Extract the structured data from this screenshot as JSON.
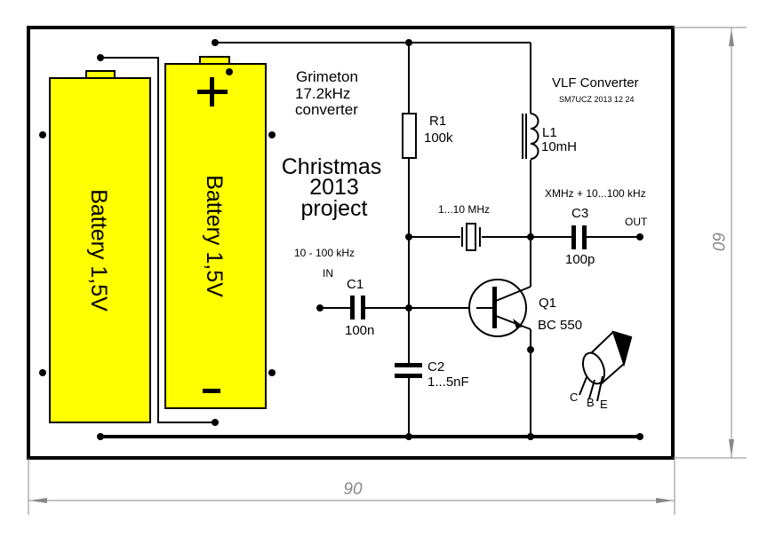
{
  "title_block": {
    "line1": "Grimeton",
    "line2": "17.2kHz",
    "line3": "converter",
    "project1": "Christmas",
    "project2": "2013",
    "project3": "project",
    "header": "VLF Converter",
    "author": "SM7UCZ 2013 12 24"
  },
  "batteries": [
    {
      "label": "Battery 1,5V"
    },
    {
      "label": "Battery 1,5V",
      "plus": "+",
      "minus": "-"
    }
  ],
  "components": {
    "r1": {
      "name": "R1",
      "value": "100k"
    },
    "l1": {
      "name": "L1",
      "value": "10mH"
    },
    "crystal": {
      "value": "1...10 MHz"
    },
    "c3": {
      "name": "C3",
      "value": "100p"
    },
    "c1": {
      "name": "C1",
      "value": "100n"
    },
    "c2": {
      "name": "C2",
      "value": "1...5nF"
    },
    "q1": {
      "name": "Q1",
      "value": "BC 550",
      "pins": [
        "C",
        "B",
        "E"
      ]
    }
  },
  "signals": {
    "in_freq": "10 - 100 kHz",
    "in_label": "IN",
    "out_freq": "XMHz + 10...100 kHz",
    "out_label": "OUT"
  },
  "dimensions": {
    "width": "90",
    "height": "60"
  },
  "colors": {
    "battery": "#ffff00",
    "dimension": "#888888"
  }
}
